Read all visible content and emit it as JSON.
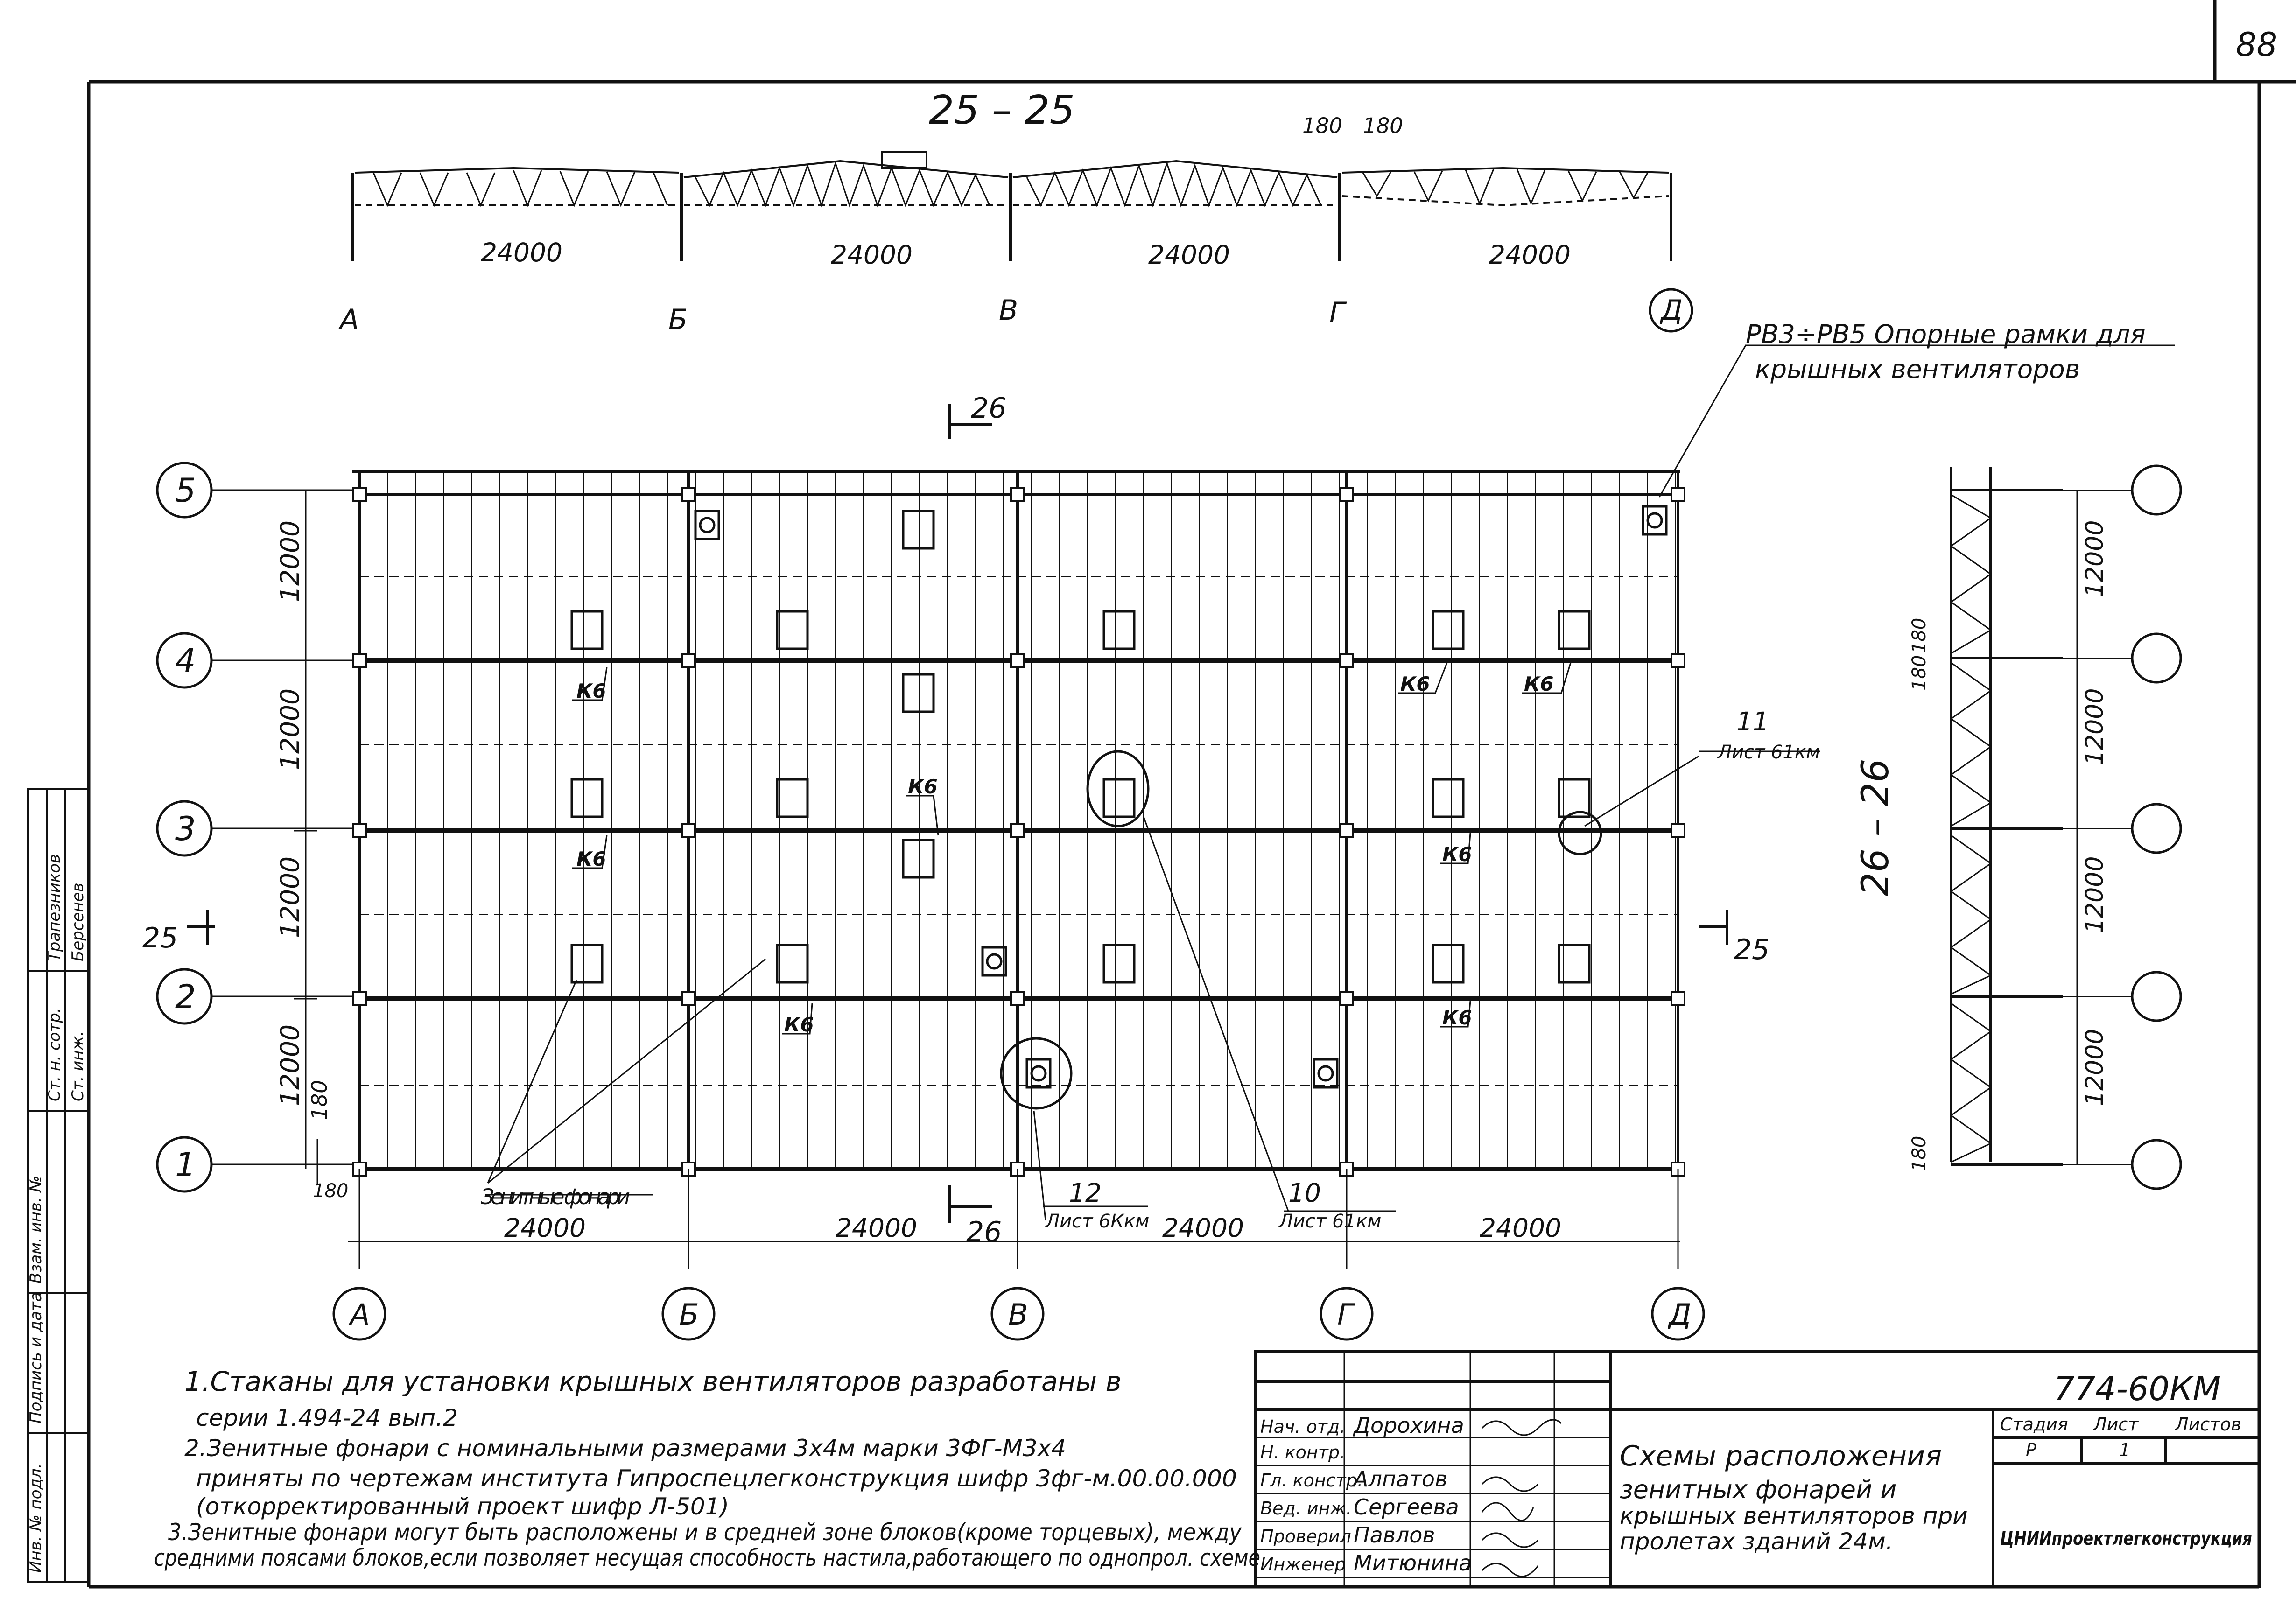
{
  "page_number": "88",
  "section_25": {
    "title": "25 – 25",
    "dim_180_left": "180",
    "dim_180_right": "180",
    "spans": [
      "24000",
      "24000",
      "24000",
      "24000"
    ],
    "axes": [
      "А",
      "Б",
      "В",
      "Г",
      "Д"
    ]
  },
  "plan": {
    "row_labels": [
      "5",
      "4",
      "3",
      "2",
      "1"
    ],
    "col_labels": [
      "А",
      "Б",
      "В",
      "Г",
      "Д"
    ],
    "left_dims": [
      "12000",
      "12000",
      "12000",
      "12000"
    ],
    "dim_180": "180",
    "bottom_dims": [
      "24000",
      "24000",
      "24000",
      "24000"
    ],
    "k6_label": "К6",
    "cut_26": "26",
    "cut_25": "25",
    "zenith_lights": "Зенитные фонари",
    "callout_12": "12",
    "callout_12_sheet": "Лист 6Ккм",
    "callout_10": "10",
    "callout_10_sheet": "Лист 61км",
    "callout_11": "11",
    "callout_11_sheet": "Лист 61км",
    "frames_label_1": "РВ3÷РВ5  Опорные рамки для",
    "frames_label_2": "крышных вентиляторов"
  },
  "section_26": {
    "title": "26 – 26",
    "dims": [
      "12000",
      "12000",
      "12000",
      "12000"
    ],
    "dim_180": "180"
  },
  "notes": [
    "1.Стаканы для установки крышных вентиляторов разработаны в",
    "серии 1.494-24 вып.2",
    "2.Зенитные фонари с номинальными размерами 3х4м марки 3ФГ-М3х4",
    "приняты по чертежам института Гипроспецлегконструкция шифр 3фг-м.00.00.000",
    "(откорректированный проект шифр Л-501)",
    "3.Зенитные фонари могут быть расположены и в средней зоне блоков(кроме торцевых), между",
    "средними поясами блоков,если позволяет несущая способность настила,работающего по однопрол. схеме"
  ],
  "left_stamp": [
    "Инв. № подл.",
    "Подпись и дата",
    "Взам. инв. №",
    "Ст. н. сотр.",
    "Ст. инж.",
    "Трапезников",
    "Берсенев"
  ],
  "title_block": {
    "doc_code": "774-60КМ",
    "roles": [
      "Нач. отд.",
      "Н. контр.",
      "Гл. констр.",
      "Вед. инж.",
      "Проверил",
      "Инженер"
    ],
    "names": [
      "Дорохина",
      "",
      "Алпатов",
      "Сергеева",
      "Павлов",
      "Митюнина"
    ],
    "title_lines": [
      "Схемы расположения",
      "зенитных фонарей и",
      "крышных вентиляторов при",
      "пролетах зданий 24м."
    ],
    "stage_header": "Стадия",
    "sheet_header": "Лист",
    "sheets_header": "Листов",
    "stage": "Р",
    "sheet": "1",
    "sheets": "",
    "organization": "ЦНИИпроектлегконструкция"
  }
}
